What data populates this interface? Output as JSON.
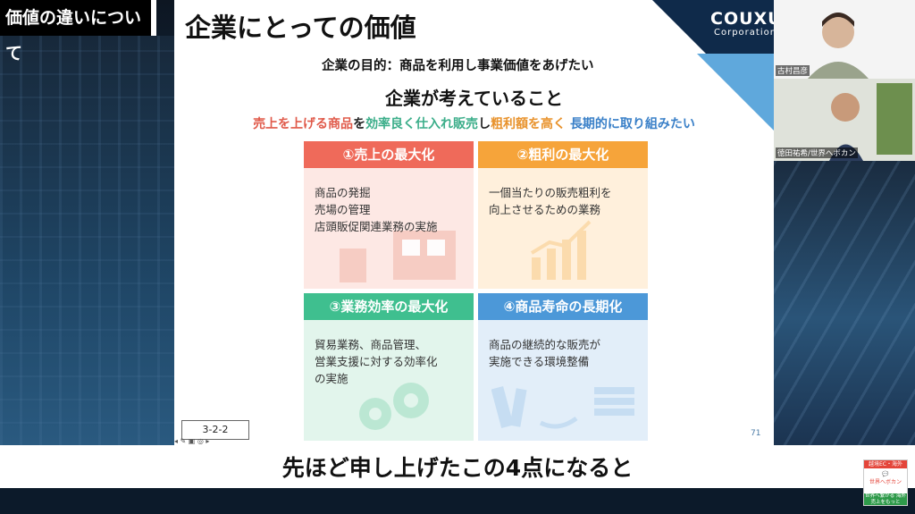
{
  "header": {
    "title": "価値の違いについて"
  },
  "slide": {
    "title": "企業にとっての価値",
    "brand": {
      "name": "COUXU",
      "sub": "Corporation"
    },
    "purpose": "企業の目的：商品を利用し事業価値をあげたい",
    "heading": "企業が考えていること",
    "headline_parts": [
      "売上を上げる商品",
      "を",
      "効率良く仕入れ販売",
      "し",
      "粗利額を高く",
      "長期的に取り組みたい"
    ],
    "quadrants": [
      {
        "label": "①売上の最大化",
        "color": "#ef6a5a",
        "bg": "#fde8e4",
        "lines": [
          "商品の発掘",
          "売場の管理",
          "店頭販促関連業務の実施"
        ]
      },
      {
        "label": "②粗利の最大化",
        "color": "#f6a43a",
        "bg": "#fff0dc",
        "lines": [
          "一個当たりの販売粗利を",
          "向上させるための業務"
        ]
      },
      {
        "label": "③業務効率の最大化",
        "color": "#3fbf8f",
        "bg": "#e2f5ec",
        "lines": [
          "貿易業務、商品管理、",
          "営業支援に対する効率化",
          "の実施"
        ]
      },
      {
        "label": "④商品寿命の長期化",
        "color": "#4c98d8",
        "bg": "#e2eef9",
        "lines": [
          "商品の継続的な販売が",
          "実施できる環境整備"
        ]
      }
    ],
    "page_tag": "3-2-2",
    "page_number": "71"
  },
  "participants": [
    {
      "name": "古村昌彦"
    },
    {
      "name": "徳田祐希/世界へボカン"
    }
  ],
  "caption": "先ほど申し上げたこの4点になると",
  "badge": {
    "top": "越境EC・海外SEO",
    "mid": "世界へボカン",
    "bottom": "世界へ繋がる 海外売上をもっと"
  }
}
